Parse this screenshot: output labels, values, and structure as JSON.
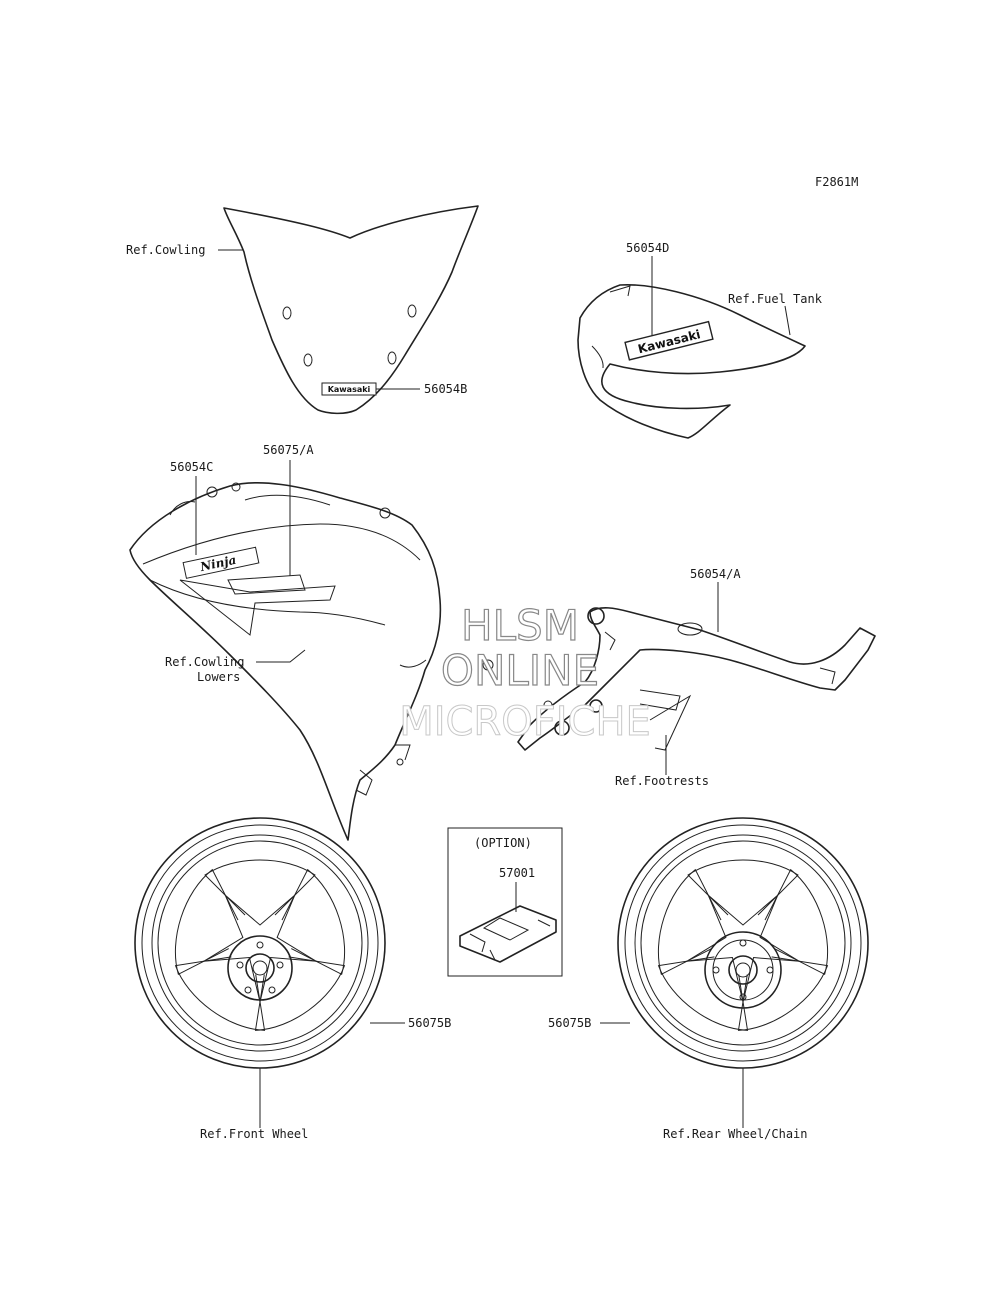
{
  "figure_code": "F2861M",
  "labels": {
    "ref_cowling": "Ref.Cowling",
    "part_56054B": "56054B",
    "part_56054D": "56054D",
    "ref_fuel_tank": "Ref.Fuel Tank",
    "part_56054C": "56054C",
    "part_56075A": "56075/A",
    "part_56054A": "56054/A",
    "ref_cowling_lowers_line1": "Ref.Cowling",
    "ref_cowling_lowers_line2": "Lowers",
    "ref_footrests": "Ref.Footrests",
    "option": "(OPTION)",
    "part_57001": "57001",
    "part_56075B_front": "56075B",
    "part_56075B_rear": "56075B",
    "ref_front_wheel": "Ref.Front Wheel",
    "ref_rear_wheel": "Ref.Rear Wheel/Chain"
  },
  "decals": {
    "windscreen_logo": "Kawasaki",
    "tank_logo": "Kawasaki",
    "fairing_logo": "Ninja"
  },
  "watermark": {
    "line1": "HLSM",
    "line2": "ONLINE",
    "line3": "MICROFICHE"
  }
}
